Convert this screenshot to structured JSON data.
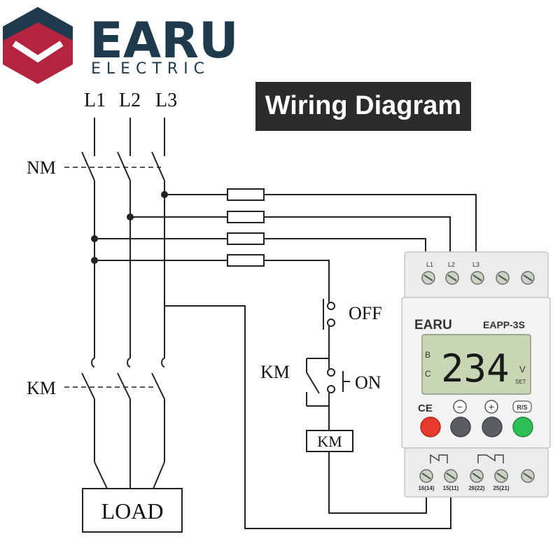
{
  "brand": {
    "name": "EARU",
    "sub": "ELECTRIC"
  },
  "title": "Wiring Diagram",
  "lines": [
    "L1",
    "L2",
    "L3"
  ],
  "labels": {
    "nm": "NM",
    "km_main": "KM",
    "km_aux": "KM",
    "off": "OFF",
    "on": "ON",
    "coil": "KM",
    "load": "LOAD"
  },
  "device": {
    "brand": "EARU",
    "model": "EAPP-3S",
    "top_terminals": [
      "L1",
      "L2",
      "L3"
    ],
    "lcd": {
      "value": "234",
      "left_top": "B",
      "left_bottom": "C",
      "unit": "V",
      "mode": "SET"
    },
    "ce_mark": "CE",
    "key_labels": [
      "−",
      "+",
      "R/S"
    ],
    "bottom_terminals": [
      "16(14)",
      "15(11)",
      "26(22)",
      "25(21)"
    ]
  },
  "colors": {
    "brand_primary": "#1e3a4c",
    "logo_red": "#b5243f",
    "title_bg": "#2b2b2b",
    "btn_red": "#e83a2c",
    "btn_gray": "#5a5e63",
    "btn_green": "#2fbf57",
    "lcd_bg": "#c9d6b6"
  }
}
